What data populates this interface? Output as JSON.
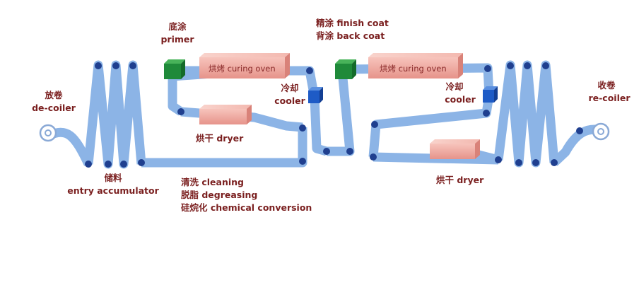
{
  "labels": {
    "decoiler_cn": "放卷",
    "decoiler_en": "de-coiler",
    "accumulator_cn": "储料",
    "accumulator_en": "entry accumulator",
    "primer_cn": "底涂",
    "primer_en": "primer",
    "curing_oven_1": "烘烤 curing oven",
    "cooler1_cn": "冷却",
    "cooler1_en": "cooler",
    "dryer1": "烘干 dryer",
    "cleaning": "清洗 cleaning",
    "degreasing": "脱脂 degreasing",
    "chemical_conversion": "硅烷化 chemical conversion",
    "finish_coat": "精涂 finish coat",
    "back_coat": "背涂 back coat",
    "curing_oven_2": "烘烤 curing oven",
    "cooler2_cn": "冷却",
    "cooler2_en": "cooler",
    "dryer2": "烘干 dryer",
    "recoiler_cn": "收卷",
    "recoiler_en": "re-coiler"
  },
  "colors": {
    "strip": "#8cb4e6",
    "roller": "#1f3f8f",
    "oven": "#f2a8a0",
    "coater": "#1f8a3a",
    "cooler": "#1e5bc6",
    "label": "#7a1f1f"
  }
}
